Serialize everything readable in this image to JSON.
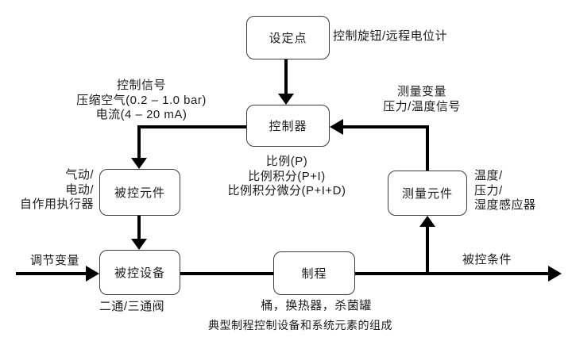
{
  "colors": {
    "background": "#ffffff",
    "line": "#000000",
    "text": "#1c1c1c",
    "box_border": "#3d3d3d"
  },
  "nodes": {
    "setpoint": "设定点",
    "controller": "控制器",
    "controlled_element": "被控元件",
    "controlled_device": "被控设备",
    "process": "制程",
    "measuring_element": "测量元件"
  },
  "labels": {
    "setpoint_note": "控制旋钮/远程电位计",
    "control_signal": [
      "控制信号",
      "压缩空气(0.2 – 1.0 bar)",
      "电流(4 – 20 mA)"
    ],
    "measured_variable": [
      "测量变量",
      "压力/温度信号"
    ],
    "control_modes": [
      "比例(P)",
      "比例积分(P+I)",
      "比例积分微分(P+I+D)"
    ],
    "actuator_types": [
      "气动/",
      "电动/",
      "自作用执行器"
    ],
    "sensor_types": [
      "温度/",
      "压力/",
      "湿度感应器"
    ],
    "manipulated_variable": "调节变量",
    "controlled_condition": "被控条件",
    "valve_note": "二通/三通阀",
    "process_note": "桶，换热器，杀菌罐"
  },
  "caption": "典型制程控制设备和系统元素的组成"
}
